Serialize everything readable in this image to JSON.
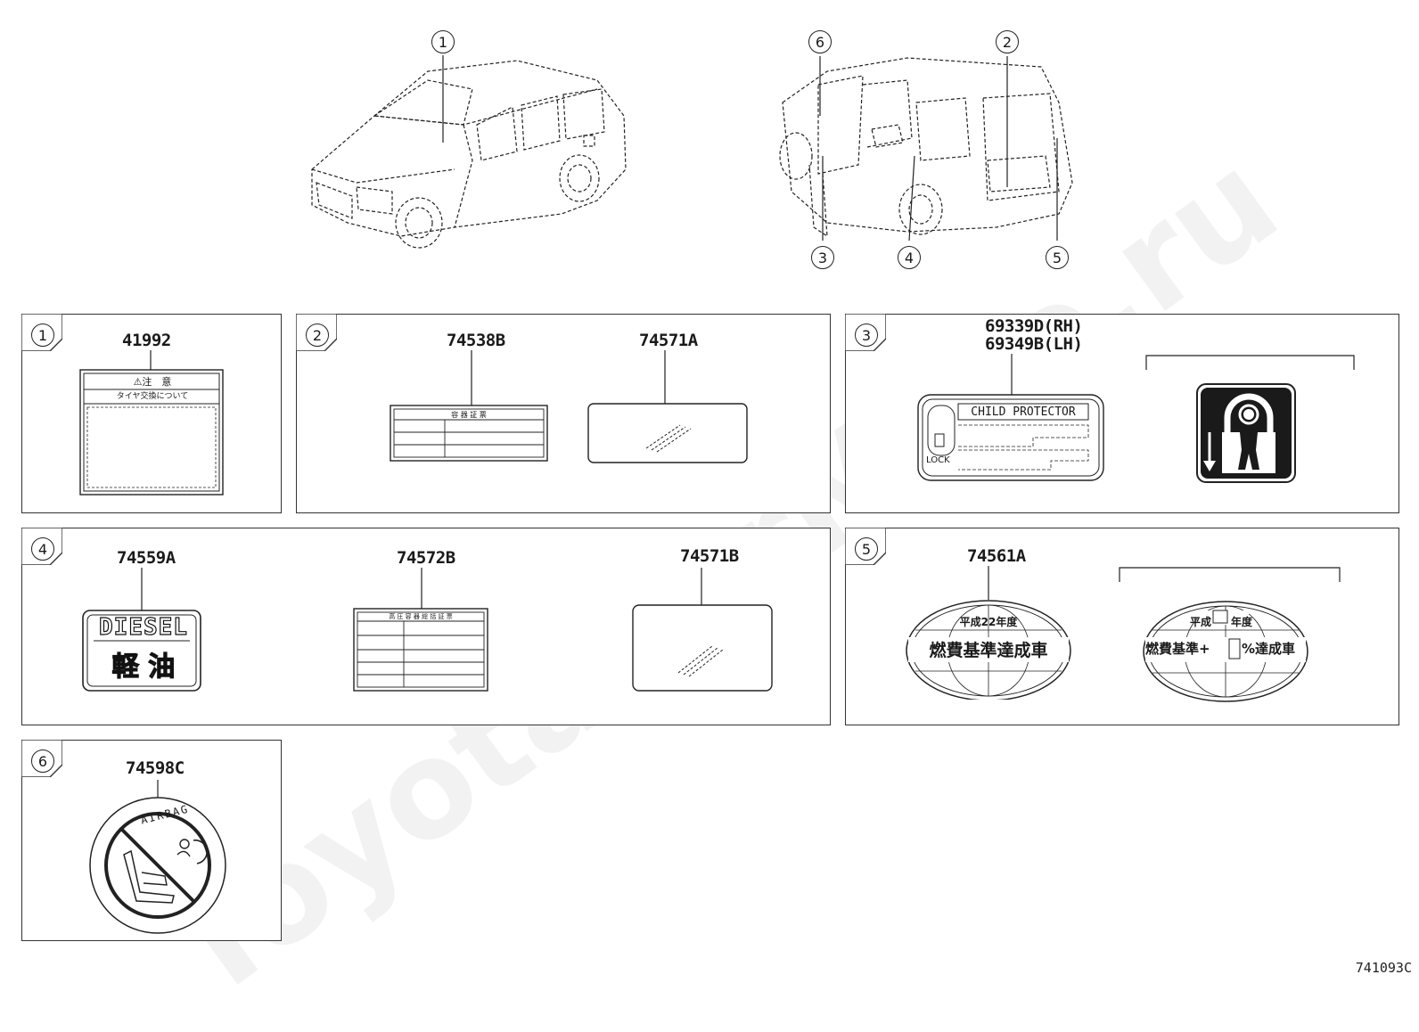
{
  "callouts": {
    "c1": "1",
    "c2": "2",
    "c3": "3",
    "c4": "4",
    "c5": "5",
    "c6": "6"
  },
  "panels": {
    "p1": {
      "tab": "1",
      "part": "41992",
      "label_title": "⚠注　意",
      "label_sub": "タイヤ交換について"
    },
    "p2": {
      "tab": "2",
      "part_a": "74538B",
      "label_a_header": "容 器 証 票",
      "part_b": "74571A"
    },
    "p3": {
      "tab": "3",
      "part_rh": "69339D(RH)",
      "part_lh": "69349B(LH)",
      "child_protector": "CHILD PROTECTOR",
      "lock": "LOCK"
    },
    "p4": {
      "tab": "4",
      "part_a": "74559A",
      "diesel": "DIESEL",
      "keiyu": "軽 油",
      "part_b": "74572B",
      "label_b_header": "高 圧 容 器 総 括 証 票",
      "part_c": "74571B"
    },
    "p5": {
      "tab": "5",
      "part": "74561A",
      "oval_a_top": "平成22年度",
      "oval_a_main": "燃費基準達成車",
      "oval_b_top_left": "平成",
      "oval_b_top_right": "年度",
      "oval_b_main_left": "燃費基準+",
      "oval_b_main_right": "%達成車"
    },
    "p6": {
      "tab": "6",
      "part": "74598C",
      "airbag": "AIRBAG"
    }
  },
  "footer": {
    "ref_code": "741093C",
    "watermark": "ToyotaCarMine.ru"
  },
  "colors": {
    "line": "#1a1a1a",
    "frame": "#333333",
    "watermark": "#000000"
  }
}
